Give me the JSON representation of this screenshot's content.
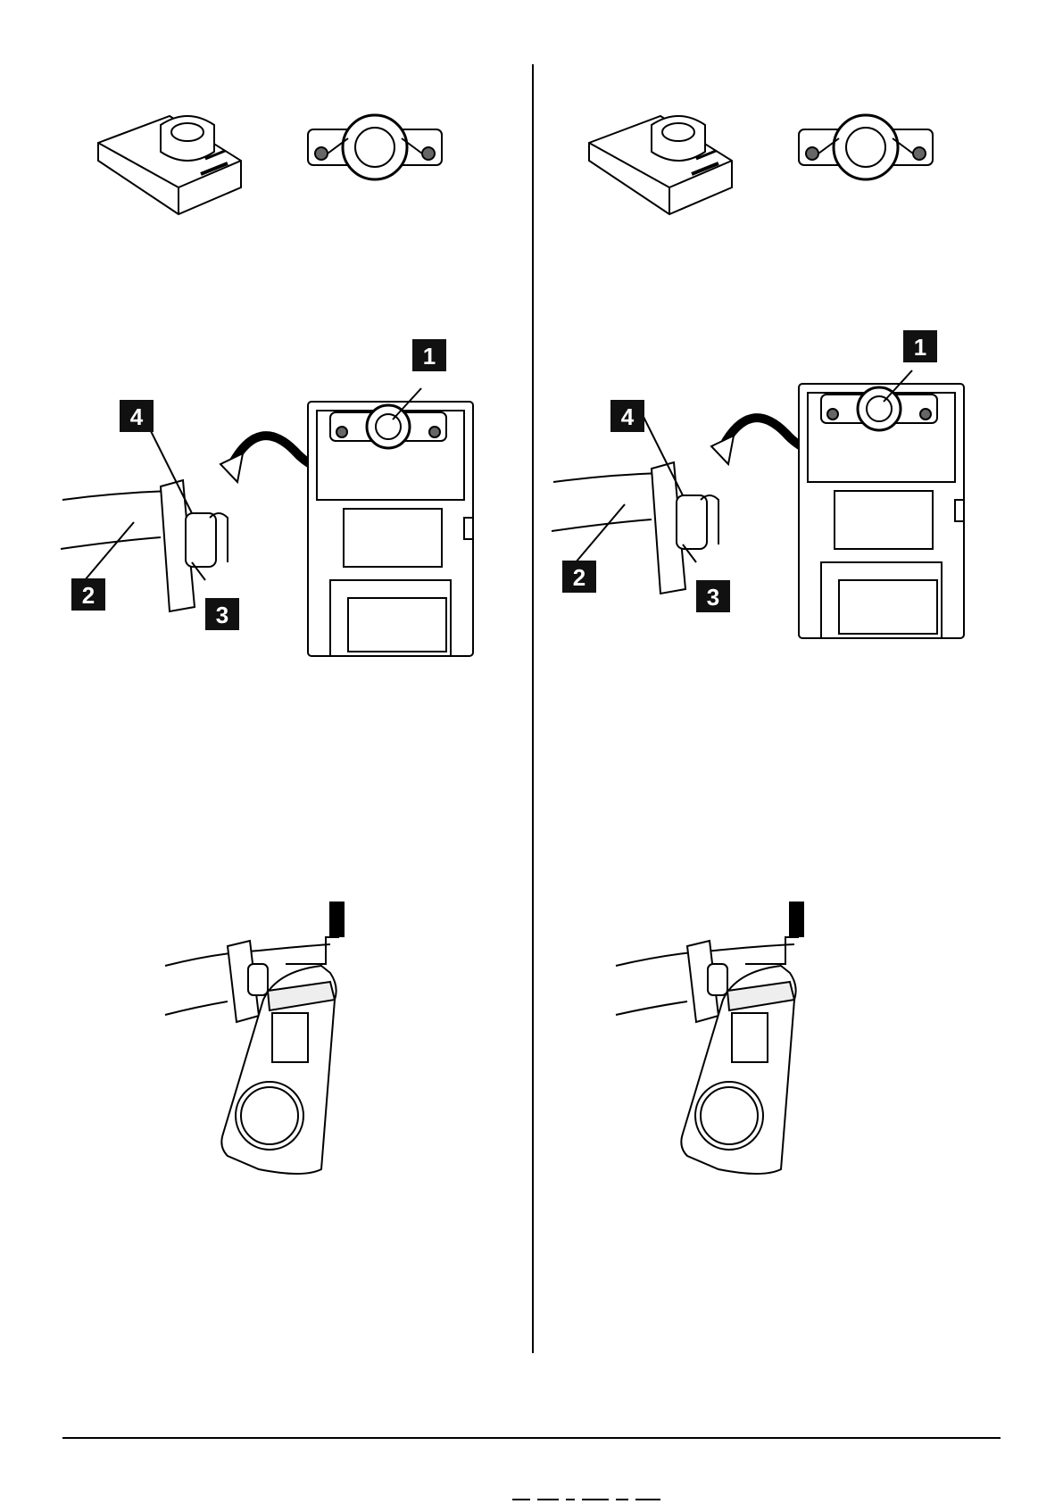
{
  "callouts": {
    "left": {
      "c1": "1",
      "c2": "2",
      "c3": "3",
      "c4": "4"
    },
    "right": {
      "c1": "1",
      "c2": "2",
      "c3": "3",
      "c4": "4"
    }
  },
  "colors": {
    "ink": "#000000",
    "paper": "#ffffff",
    "callout_bg": "#111111"
  },
  "icons": [
    "belt-clip-icon",
    "clip-mount-icon",
    "printer-rear-with-mount-icon",
    "belt-clip-on-belt-icon",
    "printer-on-belt-icon",
    "up-arrow-icon"
  ]
}
